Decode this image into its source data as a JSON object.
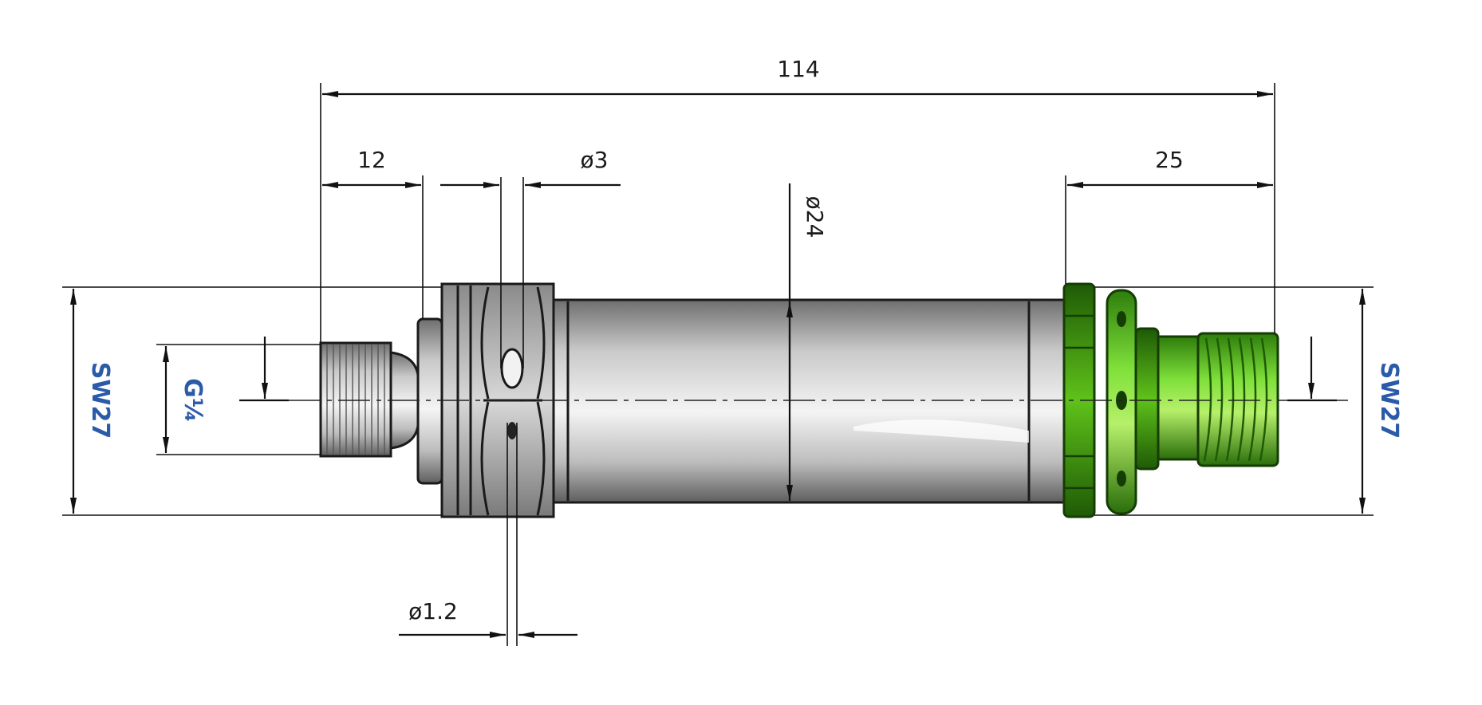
{
  "dimensions": {
    "overall_length": "114",
    "thread_length": "12",
    "hole_diameter": "ø3",
    "body_diameter": "ø24",
    "connector_length": "25",
    "pin_diameter": "ø1.2",
    "thread_size": "G¼",
    "wrench_size_left": "SW27",
    "wrench_size_right": "SW27"
  },
  "colors": {
    "body_metal": "#bdbdbd",
    "connector_green": "#5fc21a",
    "dimension_lines": "#111111",
    "callout_blue": "#2a5aa8"
  }
}
